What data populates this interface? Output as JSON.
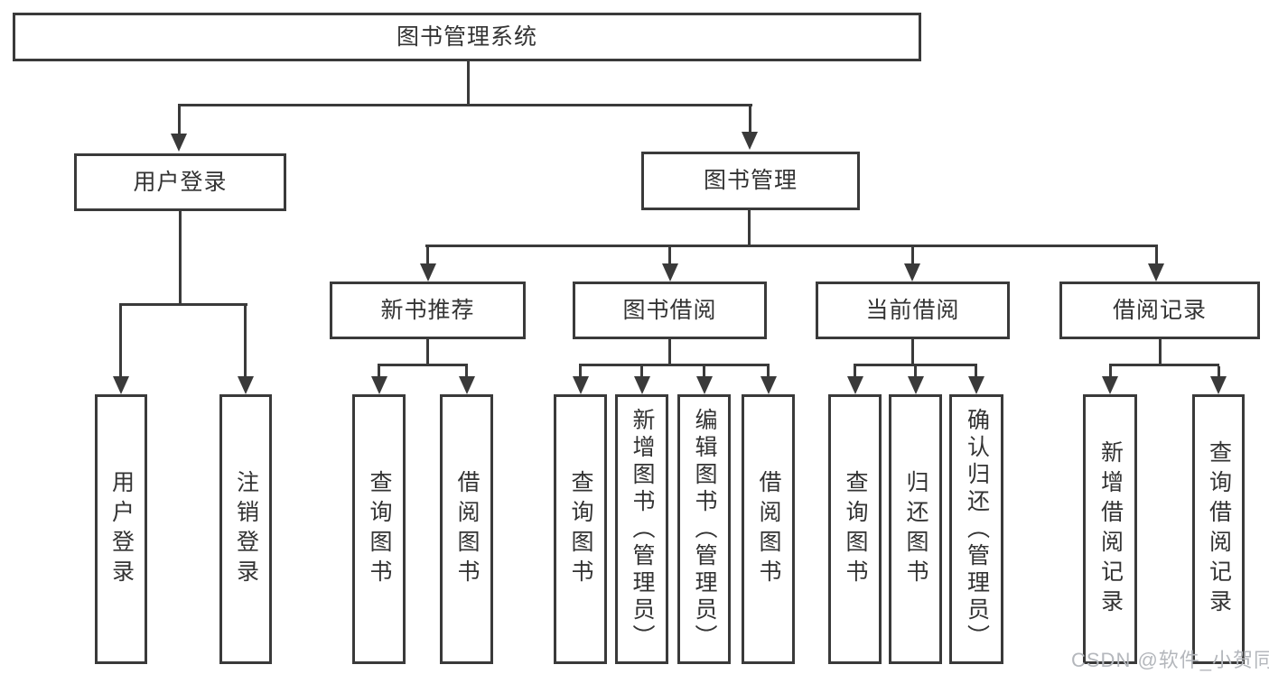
{
  "diagram_title": "图书管理系统",
  "tree": {
    "root": {
      "label": "图书管理系统",
      "children": [
        {
          "label": "用户登录",
          "children": [
            {
              "label": "用户登录"
            },
            {
              "label": "注销登录"
            }
          ]
        },
        {
          "label": "图书管理",
          "children": [
            {
              "label": "新书推荐",
              "children": [
                {
                  "label": "查询图书"
                },
                {
                  "label": "借阅图书"
                }
              ]
            },
            {
              "label": "图书借阅",
              "children": [
                {
                  "label": "查询图书"
                },
                {
                  "label": "新增图书（管理员）"
                },
                {
                  "label": "编辑图书（管理员）"
                },
                {
                  "label": "借阅图书"
                }
              ]
            },
            {
              "label": "当前借阅",
              "children": [
                {
                  "label": "查询图书"
                },
                {
                  "label": "归还图书"
                },
                {
                  "label": "确认归还（管理员）"
                }
              ]
            },
            {
              "label": "借阅记录",
              "children": [
                {
                  "label": "新增借阅记录"
                },
                {
                  "label": "查询借阅记录"
                }
              ]
            }
          ]
        }
      ]
    }
  },
  "watermark": {
    "text": "CSDN @软件_小贺同学"
  },
  "colors": {
    "line": "#3a3a3a",
    "text": "#333333",
    "background": "#ffffff",
    "watermark": "#b4b7bc"
  }
}
